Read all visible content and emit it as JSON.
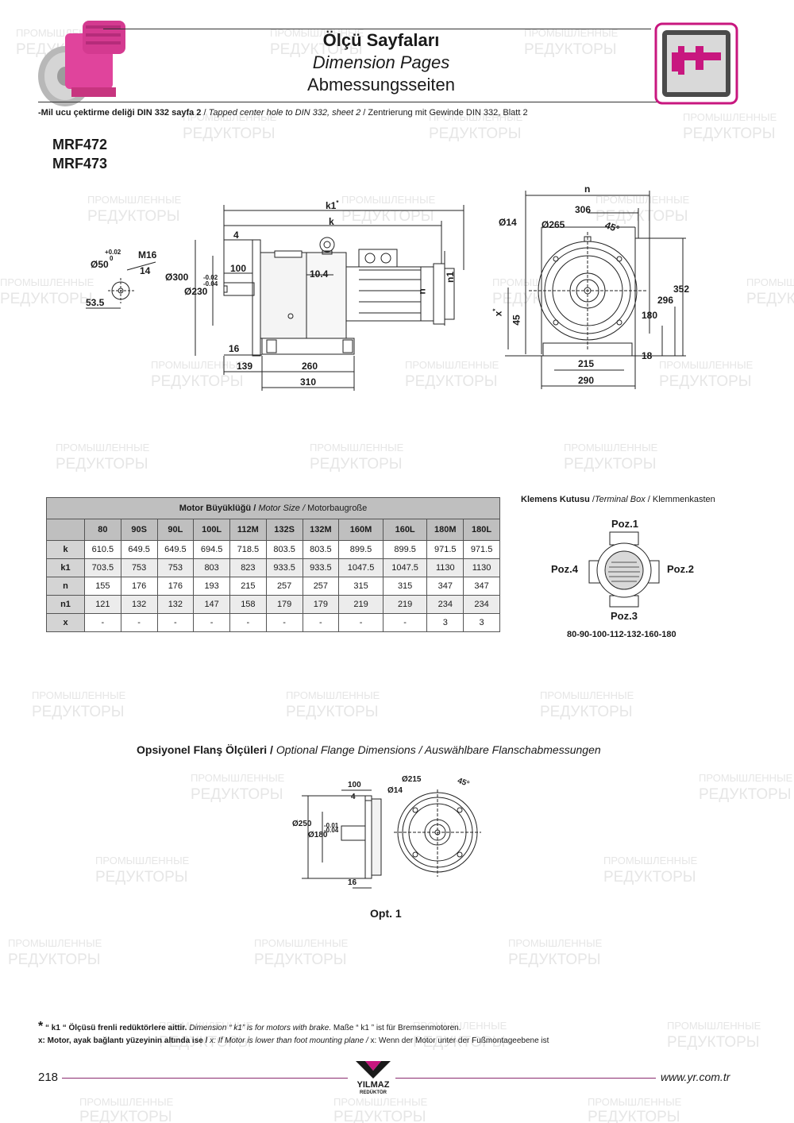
{
  "header": {
    "title_tr": "Ölçü Sayfaları",
    "title_en": "Dimension Pages",
    "title_de": "Abmessungsseiten",
    "subtitle_tr": "-Mil ucu çektirme deliği DIN 332 sayfa 2",
    "subtitle_en": "Tapped center hole to DIN 332, sheet 2",
    "subtitle_de": "Zentrierung mit Gewinde DIN 332, Blatt 2",
    "separator": "/"
  },
  "watermark": {
    "line1": "ПРОМЫШЛЕННЫЕ",
    "line2": "РЕДУКТОРЫ"
  },
  "models": [
    "MRF472",
    "MRF473"
  ],
  "drawing_labels": {
    "shaft": {
      "dia": "Ø50",
      "tol_plus": "+0.02",
      "tol_zero": "0",
      "thread": "M16",
      "depth": "14",
      "height": "53.5"
    },
    "side": {
      "k1": "k1",
      "k1_star": "*",
      "k": "k",
      "l4": "4",
      "l100": "100",
      "d300": "Ø300",
      "d230": "Ø230",
      "tol_a": "-0.02",
      "tol_b": "-0.04",
      "l10_4": "10.4",
      "n": "n",
      "n1": "n1",
      "l16": "16",
      "l139": "139",
      "l260": "260",
      "l310": "310"
    },
    "front": {
      "n": "n",
      "w306": "306",
      "d14": "Ø14",
      "d265": "Ø265",
      "a45": "45°",
      "h352": "352",
      "h296": "296",
      "h180": "180",
      "x": "x",
      "x_star": "*",
      "h45": "45",
      "l18": "18",
      "w215": "215",
      "w290": "290"
    }
  },
  "motor_table": {
    "caption_tr": "Motor Büyüklüğü /",
    "caption_en": "Motor Size /",
    "caption_de": "Motorbaugroße",
    "columns": [
      "80",
      "90S",
      "90L",
      "100L",
      "112M",
      "132S",
      "132M",
      "160M",
      "160L",
      "180M",
      "180L"
    ],
    "rows": [
      {
        "label": "k",
        "values": [
          "610.5",
          "649.5",
          "649.5",
          "694.5",
          "718.5",
          "803.5",
          "803.5",
          "899.5",
          "899.5",
          "971.5",
          "971.5"
        ]
      },
      {
        "label": "k1",
        "values": [
          "703.5",
          "753",
          "753",
          "803",
          "823",
          "933.5",
          "933.5",
          "1047.5",
          "1047.5",
          "1130",
          "1130"
        ]
      },
      {
        "label": "n",
        "values": [
          "155",
          "176",
          "176",
          "193",
          "215",
          "257",
          "257",
          "315",
          "315",
          "347",
          "347"
        ]
      },
      {
        "label": "n1",
        "values": [
          "121",
          "132",
          "132",
          "147",
          "158",
          "179",
          "179",
          "219",
          "219",
          "234",
          "234"
        ]
      },
      {
        "label": "x",
        "values": [
          "-",
          "-",
          "-",
          "-",
          "-",
          "-",
          "-",
          "-",
          "-",
          "3",
          "3"
        ]
      }
    ]
  },
  "terminal_box": {
    "title_tr": "Klemens Kutusu",
    "title_en": "Terminal Box",
    "title_de": "Klemmenkasten",
    "positions": [
      "Poz.1",
      "Poz.2",
      "Poz.3",
      "Poz.4"
    ],
    "sizes": "80-90-100-112-132-160-180"
  },
  "optional_flange": {
    "title_tr": "Opsiyonel Flanş Ölçüleri /",
    "title_en": "Optional Flange Dimensions / Auswählbare Flanschabmessungen",
    "labels": {
      "l100": "100",
      "l4": "4",
      "d250": "Ø250",
      "d180": "Ø180",
      "tol_a": "-0.01",
      "tol_b": "-0.04",
      "l16": "16",
      "d215": "Ø215",
      "d14": "Ø14",
      "a45": "45°"
    },
    "caption": "Opt. 1"
  },
  "footnotes": {
    "star": "*",
    "note1_tr": "“ k1 “ Ölçüsü frenli redüktörlere aittir.",
    "note1_en": "Dimension “ k1” is for motors with brake.",
    "note1_de": "Maße “ k1 ” ist für Bremsenmotoren.",
    "note2_tr": "x: Motor, ayak bağlantı yüzeyinin altında ise /",
    "note2_en": "x: If Motor is lower than foot mounting plane /",
    "note2_de": "x: Wenn der Motor unter der Fußmontageebene ist"
  },
  "footer": {
    "page": "218",
    "brand": "YILMAZ",
    "brand_sub": "REDÜKTÖR",
    "website": "www.yr.com.tr"
  },
  "colors": {
    "accent": "#c8177f",
    "magenta_motor": "#e0449c",
    "table_header": "#bfbfbf",
    "footer_line": "#8a2b6f"
  }
}
